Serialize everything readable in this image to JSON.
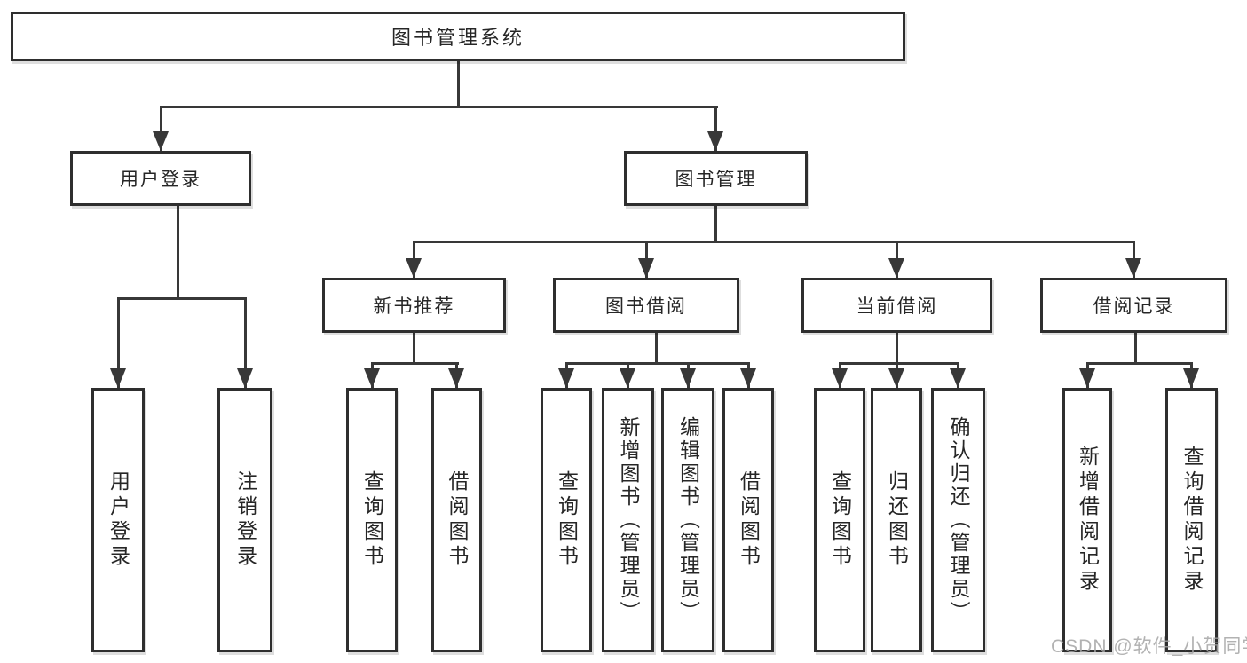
{
  "diagram": {
    "root": {
      "label": "图书管理系统"
    },
    "level2": [
      {
        "label": "用户登录"
      },
      {
        "label": "图书管理"
      }
    ],
    "level3": [
      {
        "label": "新书推荐"
      },
      {
        "label": "图书借阅"
      },
      {
        "label": "当前借阅"
      },
      {
        "label": "借阅记录"
      }
    ],
    "leaves": {
      "user_login": [
        "用户登录",
        "注销登录"
      ],
      "new_book": [
        "查询图书",
        "借阅图书"
      ],
      "borrow": [
        "查询图书",
        "新增图书（管理员）",
        "编辑图书（管理员）",
        "借阅图书"
      ],
      "current": [
        "查询图书",
        "归还图书",
        "确认归还（管理员）"
      ],
      "records": [
        "新增借阅记录",
        "查询借阅记录"
      ]
    },
    "watermark": "CSDN @软件_小贺同学",
    "colors": {
      "line": "#383838",
      "box_border": "#2e2e2e",
      "text": "#262626",
      "watermark": "#a5a5a5",
      "background": "#ffffff"
    }
  }
}
